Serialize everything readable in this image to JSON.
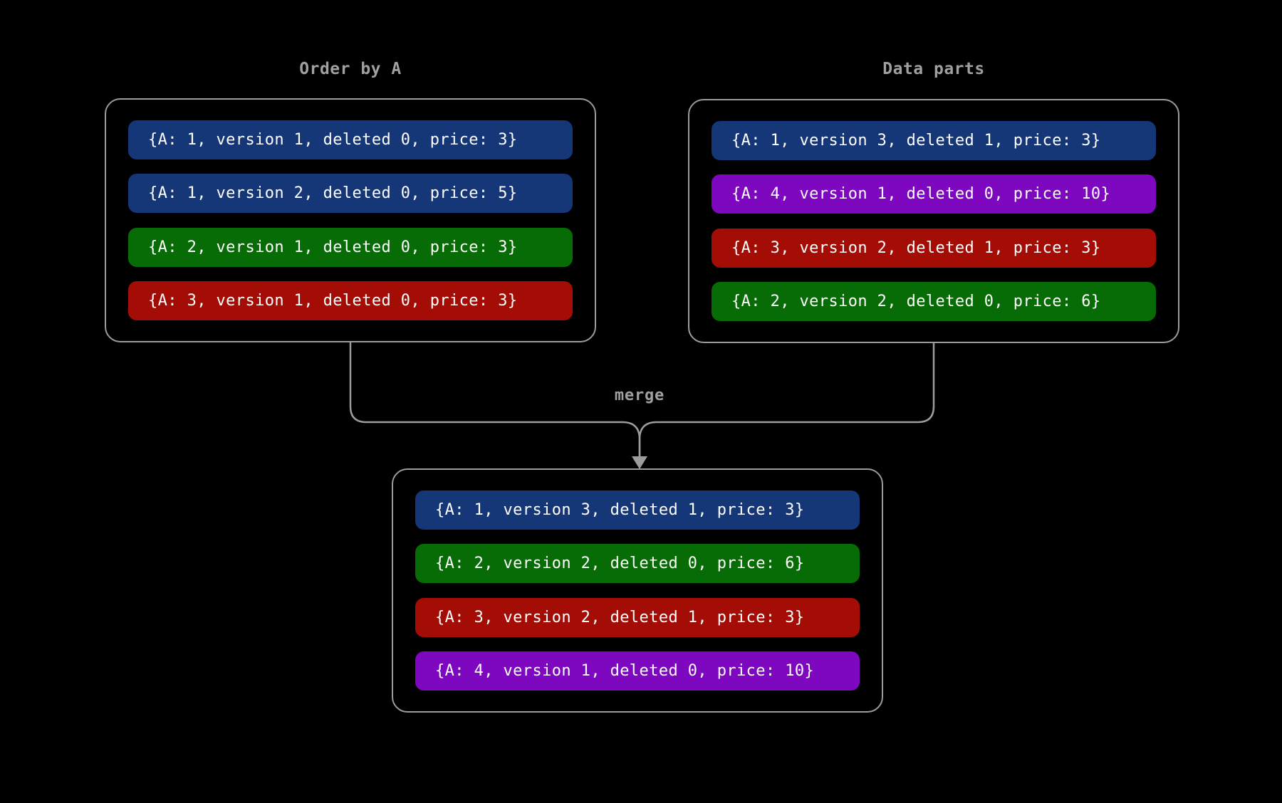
{
  "colors": {
    "background": "#000000",
    "border": "#9c9c9c",
    "title": "#a0a0a0",
    "row_text": "#ffffff",
    "blue": "#153677",
    "green": "#076c06",
    "red": "#a30d06",
    "purple": "#7d08c0"
  },
  "merge_label": "merge",
  "panels": {
    "order_by_a": {
      "title": "Order by A",
      "rows": [
        {
          "text": "{A: 1, version 1, deleted 0, price: 3}",
          "color": "blue"
        },
        {
          "text": "{A: 1, version 2, deleted 0, price: 5}",
          "color": "blue"
        },
        {
          "text": "{A: 2, version 1, deleted 0, price: 3}",
          "color": "green"
        },
        {
          "text": "{A: 3, version 1, deleted 0, price: 3}",
          "color": "red"
        }
      ]
    },
    "data_parts": {
      "title": "Data parts",
      "rows": [
        {
          "text": "{A: 1, version 3, deleted 1, price: 3}",
          "color": "blue"
        },
        {
          "text": "{A: 4, version 1, deleted 0, price: 10}",
          "color": "purple"
        },
        {
          "text": "{A: 3, version 2, deleted 1, price: 3}",
          "color": "red"
        },
        {
          "text": "{A: 2, version 2, deleted 0, price: 6}",
          "color": "green"
        }
      ]
    },
    "merged": {
      "rows": [
        {
          "text": "{A: 1, version 3, deleted 1, price: 3}",
          "color": "blue"
        },
        {
          "text": "{A: 2, version 2, deleted 0, price: 6}",
          "color": "green"
        },
        {
          "text": "{A: 3, version 2, deleted 1, price: 3}",
          "color": "red"
        },
        {
          "text": "{A: 4, version 1, deleted 0, price: 10}",
          "color": "purple"
        }
      ]
    }
  }
}
